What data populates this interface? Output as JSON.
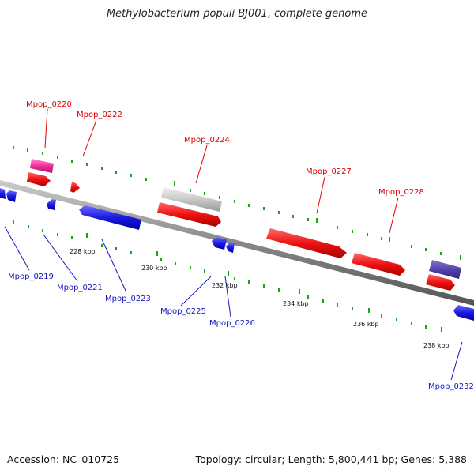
{
  "title": "Methylobacterium populi BJ001, complete genome",
  "footer": {
    "accession": "Accession: NC_010725",
    "summary": "Topology: circular; Length: 5,800,441 bp; Genes: 5,388"
  },
  "colors": {
    "forward_gene": "#ee1111",
    "reverse_gene": "#1a1ae0",
    "pink_gene": "#ee3399",
    "gray_gene": "#c8c8c8",
    "purple_gene": "#5544aa",
    "tick": "#11aa11",
    "backbone": "#888888",
    "top_label": "#dd0000",
    "bottom_label": "#1515c0"
  },
  "top_labels": [
    "Mpop_0220",
    "Mpop_0222",
    "Mpop_0224",
    "Mpop_0227",
    "Mpop_0228"
  ],
  "bottom_labels": [
    "Mpop_0219",
    "Mpop_0221",
    "Mpop_0223",
    "Mpop_0225",
    "Mpop_0226",
    "Mpop_0232"
  ],
  "kbp_labels": [
    "228 kbp",
    "230 kbp",
    "232 kbp",
    "234 kbp",
    "236 kbp",
    "238 kbp"
  ]
}
